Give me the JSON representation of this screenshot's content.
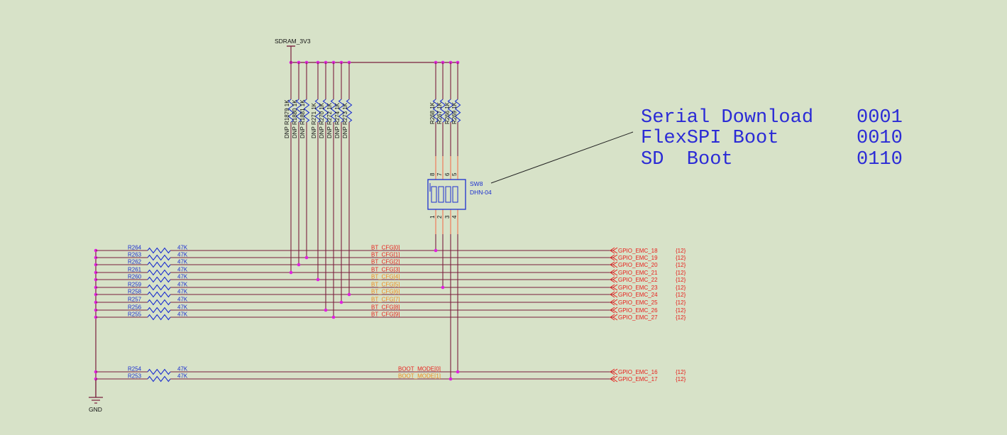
{
  "power": {
    "label": "SDRAM_3V3"
  },
  "ground": {
    "label": "GND"
  },
  "switch": {
    "ref": "SW8",
    "part": "DHN-04",
    "top_pins": [
      "8",
      "7",
      "6",
      "5"
    ],
    "bottom_pins": [
      "1",
      "2",
      "3",
      "4"
    ]
  },
  "boot_table": [
    {
      "mode": "Serial Download",
      "code": "0001"
    },
    {
      "mode": "FlexSPI Boot",
      "code": "0010"
    },
    {
      "mode": "SD  Boot",
      "code": "0110"
    }
  ],
  "pullups_left": [
    {
      "label": "DNP R1879 1K"
    },
    {
      "label": "DNP R1880 1K"
    },
    {
      "label": "DNP R1881 1K"
    },
    {
      "label": "DNP R271 1K"
    },
    {
      "label": "DNP R270 1K"
    },
    {
      "label": "DNP R272 1K"
    },
    {
      "label": "DNP R274 1K"
    },
    {
      "label": "DNP R273 1K"
    }
  ],
  "pullups_right": [
    {
      "label": "R268 1K"
    },
    {
      "label": "R267 1K"
    },
    {
      "label": "R266 1K"
    },
    {
      "label": "R269 1K"
    }
  ],
  "bt_cfg_rows": [
    {
      "res": "R264",
      "value": "47K",
      "net": "BT_CFG[0]",
      "port": "GPIO_EMC_18",
      "ref": "{12}",
      "net_color": "#e8201c"
    },
    {
      "res": "R263",
      "value": "47K",
      "net": "BT_CFG[1]",
      "port": "GPIO_EMC_19",
      "ref": "{12}",
      "net_color": "#e8201c"
    },
    {
      "res": "R262",
      "value": "47K",
      "net": "BT_CFG[2]",
      "port": "GPIO_EMC_20",
      "ref": "{12}",
      "net_color": "#e8201c"
    },
    {
      "res": "R261",
      "value": "47K",
      "net": "BT_CFG[3]",
      "port": "GPIO_EMC_21",
      "ref": "{12}",
      "net_color": "#e8201c"
    },
    {
      "res": "R260",
      "value": "47K",
      "net": "BT_CFG[4]",
      "port": "GPIO_EMC_22",
      "ref": "{12}",
      "net_color": "#f08a1c"
    },
    {
      "res": "R259",
      "value": "47K",
      "net": "BT_CFG[5]",
      "port": "GPIO_EMC_23",
      "ref": "{12}",
      "net_color": "#f08a1c"
    },
    {
      "res": "R258",
      "value": "47K",
      "net": "BT_CFG[6]",
      "port": "GPIO_EMC_24",
      "ref": "{12}",
      "net_color": "#f08a1c"
    },
    {
      "res": "R257",
      "value": "47K",
      "net": "BT_CFG[7]",
      "port": "GPIO_EMC_25",
      "ref": "{12}",
      "net_color": "#f08a1c"
    },
    {
      "res": "R256",
      "value": "47K",
      "net": "BT_CFG[8]",
      "port": "GPIO_EMC_26",
      "ref": "{12}",
      "net_color": "#e8201c"
    },
    {
      "res": "R255",
      "value": "47K",
      "net": "BT_CFG[9]",
      "port": "GPIO_EMC_27",
      "ref": "{12}",
      "net_color": "#e8201c"
    }
  ],
  "boot_mode_rows": [
    {
      "res": "R254",
      "value": "47K",
      "net": "BOOT_MODE[0]",
      "port": "GPIO_EMC_16",
      "ref": "{12}",
      "net_color": "#e8201c"
    },
    {
      "res": "R253",
      "value": "47K",
      "net": "BOOT_MODE[1]",
      "port": "GPIO_EMC_17",
      "ref": "{12}",
      "net_color": "#f08a1c"
    }
  ],
  "colors": {
    "background": "#d7e2c8",
    "wire": "#7a1f3d",
    "junction": "#e020e0",
    "component": "#1c2fd0",
    "net_red": "#e8201c",
    "net_orange": "#f08a1c",
    "pin_stub": "#f07a5a",
    "annotation": "#2b2bd6"
  }
}
